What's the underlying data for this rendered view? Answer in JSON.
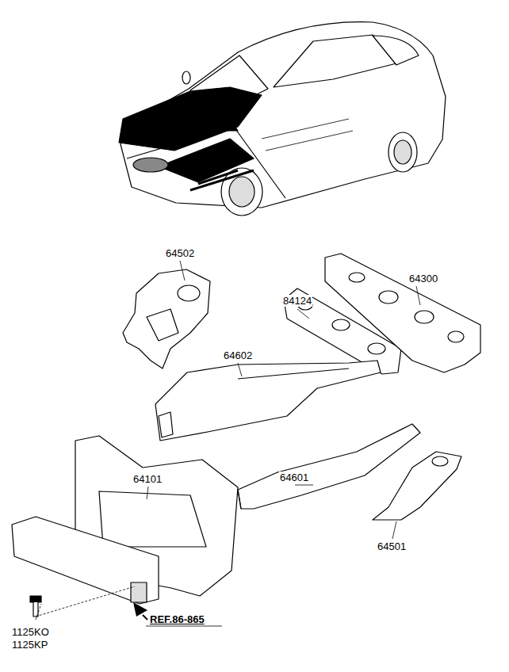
{
  "diagram": {
    "labels": [
      "64502",
      "84124",
      "64300",
      "64602",
      "64101",
      "64601",
      "64501",
      "1125KO",
      "1125KP",
      "REF.86-865"
    ]
  }
}
